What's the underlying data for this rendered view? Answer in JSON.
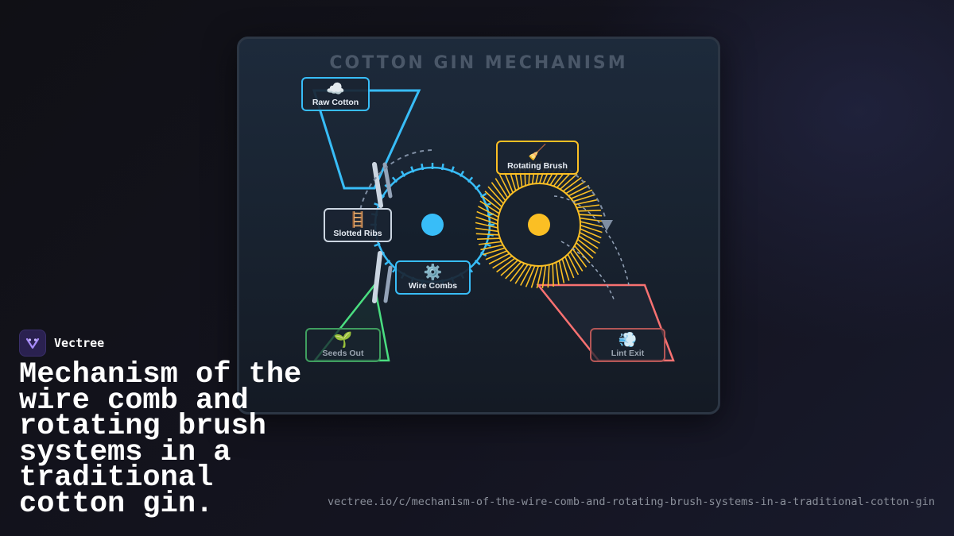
{
  "diagram": {
    "title": "COTTON GIN MECHANISM",
    "labels": {
      "raw_cotton": {
        "icon": "☁️",
        "text": "Raw Cotton",
        "color": "#38bdf8"
      },
      "rotating_brush": {
        "icon": "🧹",
        "text": "Rotating Brush",
        "color": "#fbbf24"
      },
      "slotted_ribs": {
        "icon": "🪜",
        "text": "Slotted Ribs",
        "color": "#cbd5e1"
      },
      "wire_combs": {
        "icon": "⚙️",
        "text": "Wire Combs",
        "color": "#38bdf8"
      },
      "seeds_out": {
        "icon": "🌱",
        "text": "Seeds Out",
        "color": "#4ade80"
      },
      "lint_exit": {
        "icon": "💨",
        "text": "Lint Exit",
        "color": "#f87171"
      }
    },
    "colors": {
      "wire_cylinder": "#38bdf8",
      "brush": "#fbbf24",
      "hopper": "#38bdf8",
      "seeds_chute": "#4ade80",
      "lint_chute": "#f87171",
      "ribs": "#cbd5e1"
    }
  },
  "brand": {
    "name": "Vectree",
    "logo_icon": "vectree-logo-icon"
  },
  "headline": "Mechanism of the wire comb and rotating brush systems in a traditional cotton gin.",
  "url": "vectree.io/c/mechanism-of-the-wire-comb-and-rotating-brush-systems-in-a-traditional-cotton-gin"
}
